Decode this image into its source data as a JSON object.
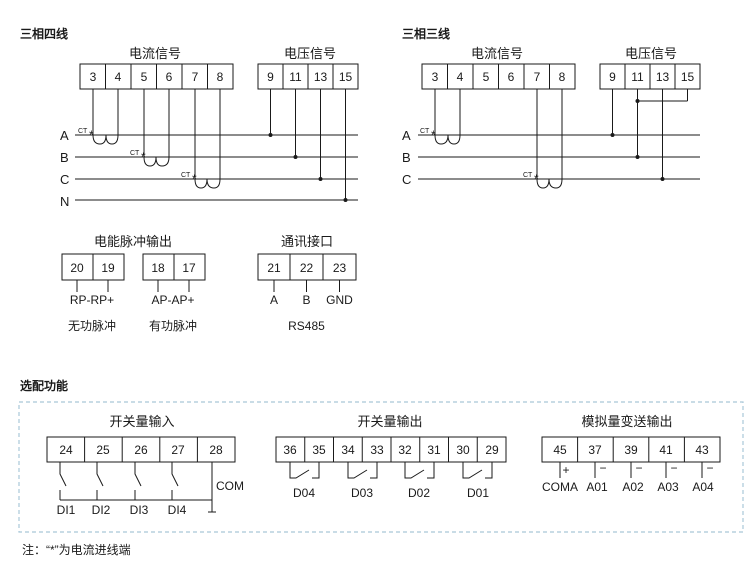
{
  "four_wire": {
    "title": "三相四线",
    "current_label": "电流信号",
    "voltage_label": "电压信号",
    "current_terminals": [
      "3",
      "4",
      "5",
      "6",
      "7",
      "8"
    ],
    "voltage_terminals": [
      "9",
      "11",
      "13",
      "15"
    ],
    "lines": [
      "A",
      "B",
      "C",
      "N"
    ],
    "ct_label": "CT"
  },
  "three_wire": {
    "title": "三相三线",
    "current_label": "电流信号",
    "voltage_label": "电压信号",
    "current_terminals": [
      "3",
      "4",
      "5",
      "6",
      "7",
      "8"
    ],
    "voltage_terminals": [
      "9",
      "11",
      "13",
      "15"
    ],
    "lines": [
      "A",
      "B",
      "C"
    ],
    "ct_label": "CT"
  },
  "pulse": {
    "title": "电能脉冲输出",
    "reactive_terminals": [
      "20",
      "19"
    ],
    "reactive_pins": "RP-RP+",
    "reactive_label": "无功脉冲",
    "active_terminals": [
      "18",
      "17"
    ],
    "active_pins": "AP-AP+",
    "active_label": "有功脉冲"
  },
  "comm": {
    "title": "通讯接口",
    "terminals": [
      "21",
      "22",
      "23"
    ],
    "pins": [
      "A",
      "B",
      "GND"
    ],
    "protocol": "RS485"
  },
  "optional": {
    "title": "选配功能",
    "switch_in": {
      "title": "开关量输入",
      "terminals": [
        "24",
        "25",
        "26",
        "27",
        "28"
      ],
      "labels": [
        "DI1",
        "DI2",
        "DI3",
        "DI4"
      ],
      "com": "COM"
    },
    "switch_out": {
      "title": "开关量输出",
      "terminals": [
        "36",
        "35",
        "34",
        "33",
        "32",
        "31",
        "30",
        "29"
      ],
      "labels": [
        "D04",
        "D03",
        "D02",
        "D01"
      ]
    },
    "analog_out": {
      "title": "模拟量变送输出",
      "terminals": [
        "45",
        "37",
        "39",
        "41",
        "43"
      ],
      "labels": [
        "COMA",
        "A01",
        "A02",
        "A03",
        "A04"
      ],
      "plus": "+",
      "minus": "−"
    }
  },
  "note": "注：“*”为电流进线端"
}
